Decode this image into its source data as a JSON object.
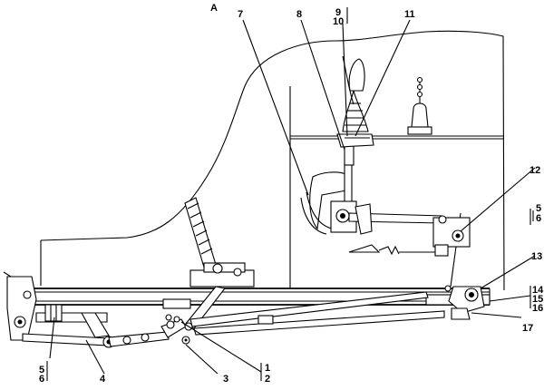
{
  "view_label": "A",
  "callouts": [
    {
      "id": "c7",
      "text": "7"
    },
    {
      "id": "c8",
      "text": "8"
    },
    {
      "id": "c9",
      "text": "9"
    },
    {
      "id": "c10",
      "text": "10"
    },
    {
      "id": "c11",
      "text": "11"
    },
    {
      "id": "c12",
      "text": "12"
    },
    {
      "id": "c5r",
      "text": "5"
    },
    {
      "id": "c6r",
      "text": "6"
    },
    {
      "id": "c13",
      "text": "13"
    },
    {
      "id": "c14",
      "text": "14"
    },
    {
      "id": "c15",
      "text": "15"
    },
    {
      "id": "c16",
      "text": "16"
    },
    {
      "id": "c17",
      "text": "17"
    },
    {
      "id": "c5l",
      "text": "5"
    },
    {
      "id": "c6l",
      "text": "6"
    },
    {
      "id": "c4",
      "text": "4"
    },
    {
      "id": "c3",
      "text": "3"
    },
    {
      "id": "c1",
      "text": "1"
    },
    {
      "id": "c2",
      "text": "2"
    }
  ]
}
